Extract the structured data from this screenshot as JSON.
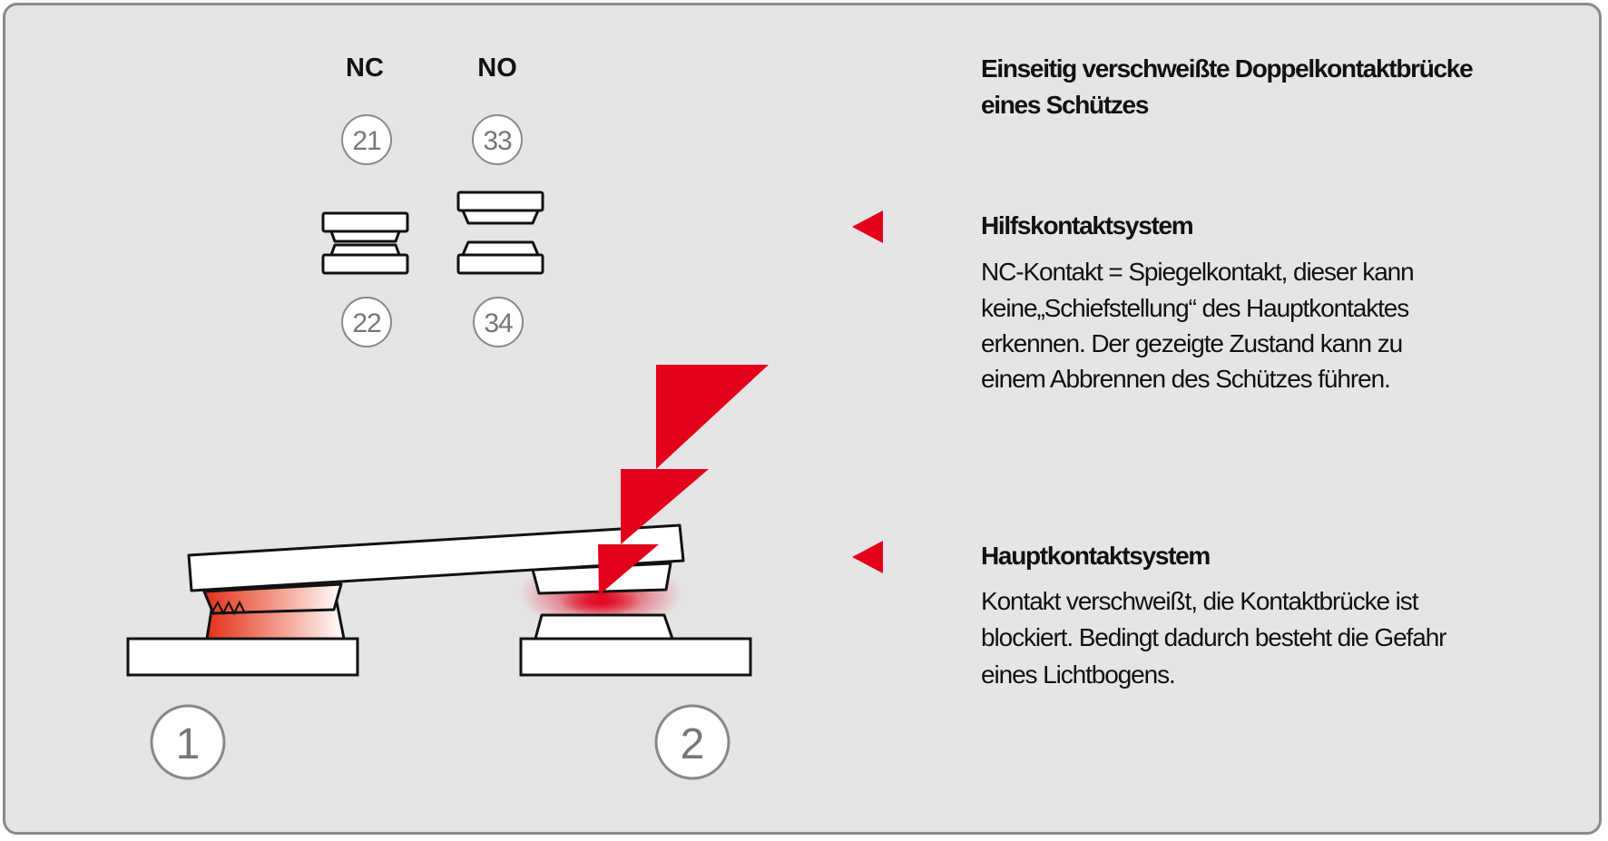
{
  "title": {
    "line1": "Einseitig verschweißte Doppelkontaktbrücke",
    "line2": "eines Schützes"
  },
  "aux": {
    "heading": "Hilfskontaktsystem",
    "lines": [
      "NC-Kontakt = Spiegelkontakt, dieser kann",
      "keine„Schiefstellung“ des Hauptkontaktes",
      "erkennen. Der gezeigte Zustand kann zu",
      "einem Abbrennen des Schützes führen."
    ]
  },
  "main": {
    "heading": "Hauptkontaktsystem",
    "lines": [
      "Kontakt verschweißt, die Kontaktbrücke ist",
      "blockiert. Bedingt dadurch besteht die Gefahr",
      "eines Lichtbogens."
    ]
  },
  "diagram": {
    "nc_label": "NC",
    "no_label": "NO",
    "terminals": {
      "nc_top": "21",
      "nc_bottom": "22",
      "no_top": "33",
      "no_bottom": "34"
    },
    "contact_numbers": {
      "left": "1",
      "right": "2"
    }
  },
  "colors": {
    "accent": "#e2001a",
    "background": "#e5e5e5",
    "border": "#8a8a8a"
  }
}
